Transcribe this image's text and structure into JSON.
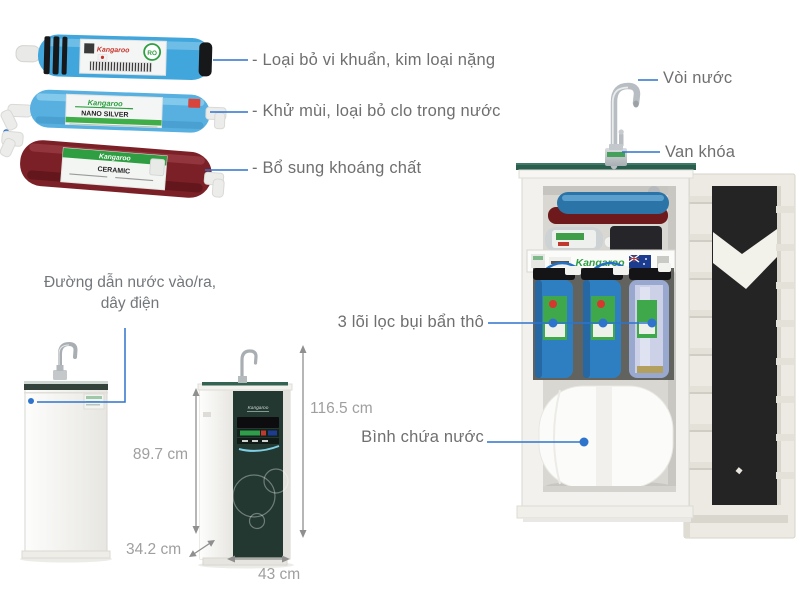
{
  "colors": {
    "callout_blue": "#2e74cc",
    "dim_gray": "#9f9f9f",
    "label_gray": "#6f6f6f",
    "brand_green": "#2f9e42",
    "filter_blue": "#41a6dc",
    "filter_lightblue": "#57b0e0",
    "filter_maroon": "#7c2027",
    "tank_blue": "#2b74a8",
    "tank_red": "#6e1a1c",
    "door_black": "#242424"
  },
  "filters": {
    "items": [
      {
        "callout": "- Loại bỏ vi khuẩn, kim loại nặng",
        "brand": "Kangaroo",
        "type": "RO"
      },
      {
        "callout": "- Khử mùi, loại bỏ clo trong nước",
        "brand": "Kangaroo",
        "type": "NANO SILVER"
      },
      {
        "callout": "- Bổ sung khoáng chất",
        "brand": "Kangaroo",
        "type": "CERAMIC"
      }
    ]
  },
  "cabinet": {
    "brand": "Kangaroo",
    "callout_faucet": "Vòi nước",
    "callout_valve": "Van khóa",
    "callout_filters": "3 lõi lọc bụi bẩn thô",
    "callout_tank": "Bình chứa nước"
  },
  "side_unit": {
    "note_line1": "Đường dẫn nước vào/ra,",
    "note_line2": "dây điện",
    "height": "89.7 cm",
    "depth": "34.2 cm"
  },
  "front_unit": {
    "brand": "Kangaroo",
    "height": "116.5 cm",
    "width": "43 cm"
  }
}
